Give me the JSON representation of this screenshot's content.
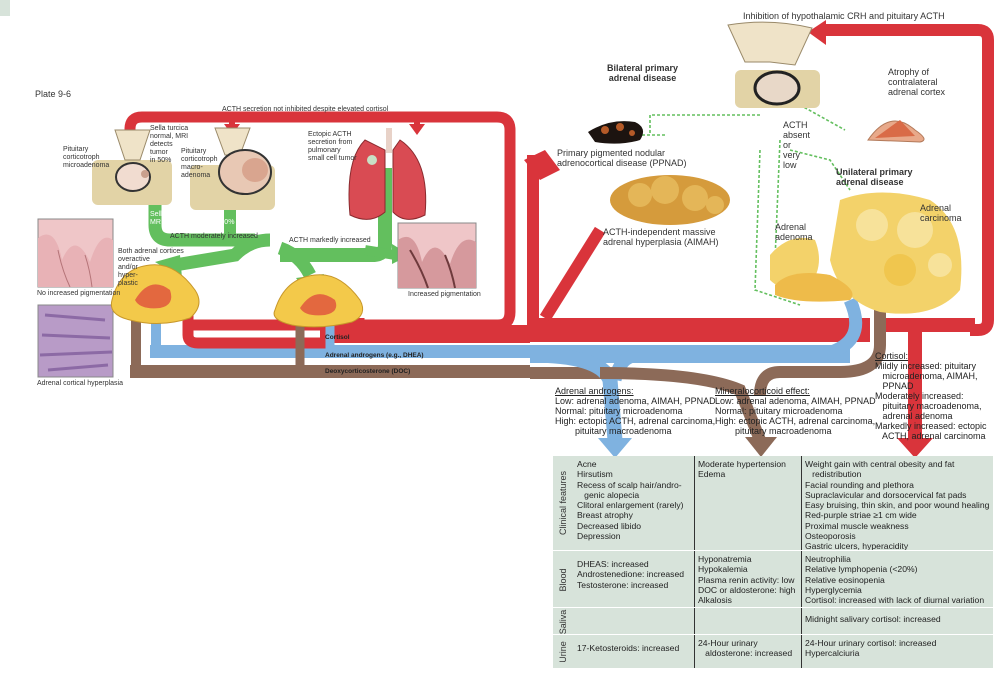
{
  "colors": {
    "cortisol": "#d9343b",
    "androgens": "#7fb2e0",
    "doc": "#8c6a58",
    "stimulation": "#63bf5e",
    "table_bg": "#d7e3da",
    "adrenal": "#f3c94a"
  },
  "plate": "Plate 9-6",
  "left": {
    "top_arrow_label": "ACTH secretion not inhibited despite elevated cortisol",
    "pituitary_micro": "Pituitary\ncorticotroph\nmicroadenoma",
    "sella_normal": "Sella turcica\nnormal, MRI\ndetects\ntumor\nin 50%",
    "pituitary_macro": "Pituitary\ncorticotroph\nmacro-\nadenoma",
    "ectopic": "Ectopic ACTH\nsecretion from\npulmonary\nsmall cell tumor",
    "sella_enlarged": "Sella turcica enlarged,\nMRI detects tumor in 100%",
    "acth_moderate": "ACTH moderately increased",
    "acth_marked": "ACTH markedly increased",
    "both_adrenal": "Both adrenal cortices\noveractive\nand/or\nhyper-\nplastic",
    "no_pigment": "No increased pigmentation",
    "increased_pigment": "Increased pigmentation",
    "cortical_hyperplasia": "Adrenal cortical hyperplasia"
  },
  "bands": {
    "cortisol": "Cortisol",
    "androgens": "Adrenal androgens (e.g., DHEA)",
    "doc": "Deoxycorticosterone (DOC)"
  },
  "right": {
    "inhibition": "Inhibition of hypothalamic CRH and pituitary ACTH",
    "bilateral_title": "Bilateral primary\nadrenal disease",
    "ppnad": "Primary pigmented nodular\nadrenocortical disease (PPNAD)",
    "aimah": "ACTH-independent massive\nadrenal hyperplasia (AIMAH)",
    "acth_absent": "ACTH\nabsent\nor\nvery\nlow",
    "atrophy": "Atrophy of\ncontralateral\nadrenal cortex",
    "unilateral_title": "Unilateral primary\nadrenal disease",
    "adenoma": "Adrenal\nadenoma",
    "carcinoma": "Adrenal\ncarcinoma"
  },
  "effects": {
    "androgens": {
      "title": "Adrenal androgens:",
      "lines": [
        "Low: adrenal adenoma, AIMAH, PPNAD",
        "Normal: pituitary microadenoma",
        "High: ectopic ACTH, adrenal carcinoma,",
        "        pituitary macroadenoma"
      ]
    },
    "mineralo": {
      "title": "Mineralocorticoid effect:",
      "lines": [
        "Low: adrenal adenoma, AIMAH, PPNAD",
        "Normal: pituitary microadenoma",
        "High: ectopic ACTH, adrenal carcinoma,",
        "        pituitary macroadenoma"
      ]
    },
    "cortisol": {
      "title": "Cortisol:",
      "lines": [
        "Mildly increased: pituitary",
        "   microadenoma, AIMAH,",
        "   PPNAD",
        "Moderately increased:",
        "   pituitary macroadenoma,",
        "   adrenal adenoma",
        "Markedly increased: ectopic",
        "   ACTH, adrenal carcinoma"
      ]
    }
  },
  "table": {
    "rows": [
      {
        "label": "Clinical features",
        "cols": [
          [
            "Acne",
            "Hirsutism",
            "Recess of scalp hair/andro-",
            "   genic alopecia",
            "Clitoral enlargement (rarely)",
            "Breast atrophy",
            "Decreased libido",
            "Depression"
          ],
          [
            "Moderate hypertension",
            "Edema"
          ],
          [
            "Weight gain with central obesity and fat",
            "   redistribution",
            "Facial rounding and plethora",
            "Supraclavicular and dorsocervical fat pads",
            "Easy bruising, thin skin, and poor wound healing",
            "Red-purple striae ≥1 cm wide",
            "Proximal muscle weakness",
            "Osteoporosis",
            "Gastric ulcers, hyperacidity"
          ]
        ]
      },
      {
        "label": "Blood",
        "cols": [
          [
            "DHEAS: increased",
            "Androstenedione: increased",
            "Testosterone: increased"
          ],
          [
            "Hyponatremia",
            "Hypokalemia",
            "Plasma renin activity: low",
            "DOC or aldosterone: high",
            "Alkalosis"
          ],
          [
            "Neutrophilia",
            "Relative lymphopenia (<20%)",
            "Relative eosinopenia",
            "Hyperglycemia",
            "Cortisol: increased with lack of diurnal variation"
          ]
        ]
      },
      {
        "label": "Saliva",
        "cols": [
          [],
          [],
          [
            "Midnight salivary cortisol: increased"
          ]
        ]
      },
      {
        "label": "Urine",
        "cols": [
          [
            "17-Ketosteroids: increased"
          ],
          [
            "24-Hour urinary",
            "   aldosterone: increased"
          ],
          [
            "24-Hour urinary cortisol: increased",
            "Hypercalciuria"
          ]
        ]
      }
    ]
  }
}
